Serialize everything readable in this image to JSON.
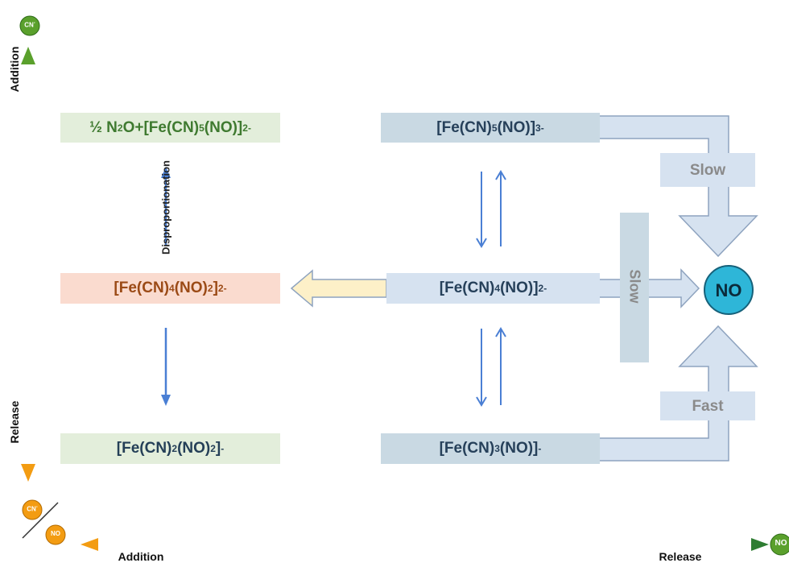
{
  "species": {
    "top_left": {
      "main": "½ N",
      "s1": "2",
      "m2": "O+[Fe(CN)",
      "s2": "5",
      "m3": "(NO)]",
      "sup": "2-"
    },
    "mid_left": {
      "main": "[Fe(CN)",
      "s1": "4",
      "m2": "(NO)",
      "s2": "2",
      "m3": "]",
      "sup": "2-"
    },
    "bottom_left": {
      "main": "[Fe(CN)",
      "s1": "2",
      "m2": "(NO)",
      "s2": "2",
      "m3": "]",
      "sup": "-"
    },
    "top_right": {
      "main": "[Fe(CN)",
      "s1": "5",
      "m2": "(NO)]",
      "sup": "3-"
    },
    "mid_right": {
      "main": "[Fe(CN)",
      "s1": "4",
      "m2": "(NO)]",
      "sup": "2-"
    },
    "bottom_right": {
      "main": "[Fe(CN)",
      "s1": "3",
      "m2": "(NO)]",
      "sup": "-"
    }
  },
  "labels": {
    "disproportionation": "Disproportionation",
    "slow_top": "Slow",
    "slow_vertical": "Slow",
    "fast": "Fast",
    "no_center": "NO"
  },
  "axes": {
    "y_addition": "Addition",
    "y_release": "Release",
    "x_addition": "Addition",
    "x_release": "Release",
    "cn_top": "CN",
    "cn_top_sup": "-",
    "cn_corner": "CN",
    "cn_corner_sup": "-",
    "no_corner": "NO",
    "no_right": "NO"
  },
  "colors": {
    "green": "#5aa02c",
    "orange": "#f39c12",
    "blue_arrow": "#4a7fd4",
    "no_circle": "#2eb6d8"
  }
}
